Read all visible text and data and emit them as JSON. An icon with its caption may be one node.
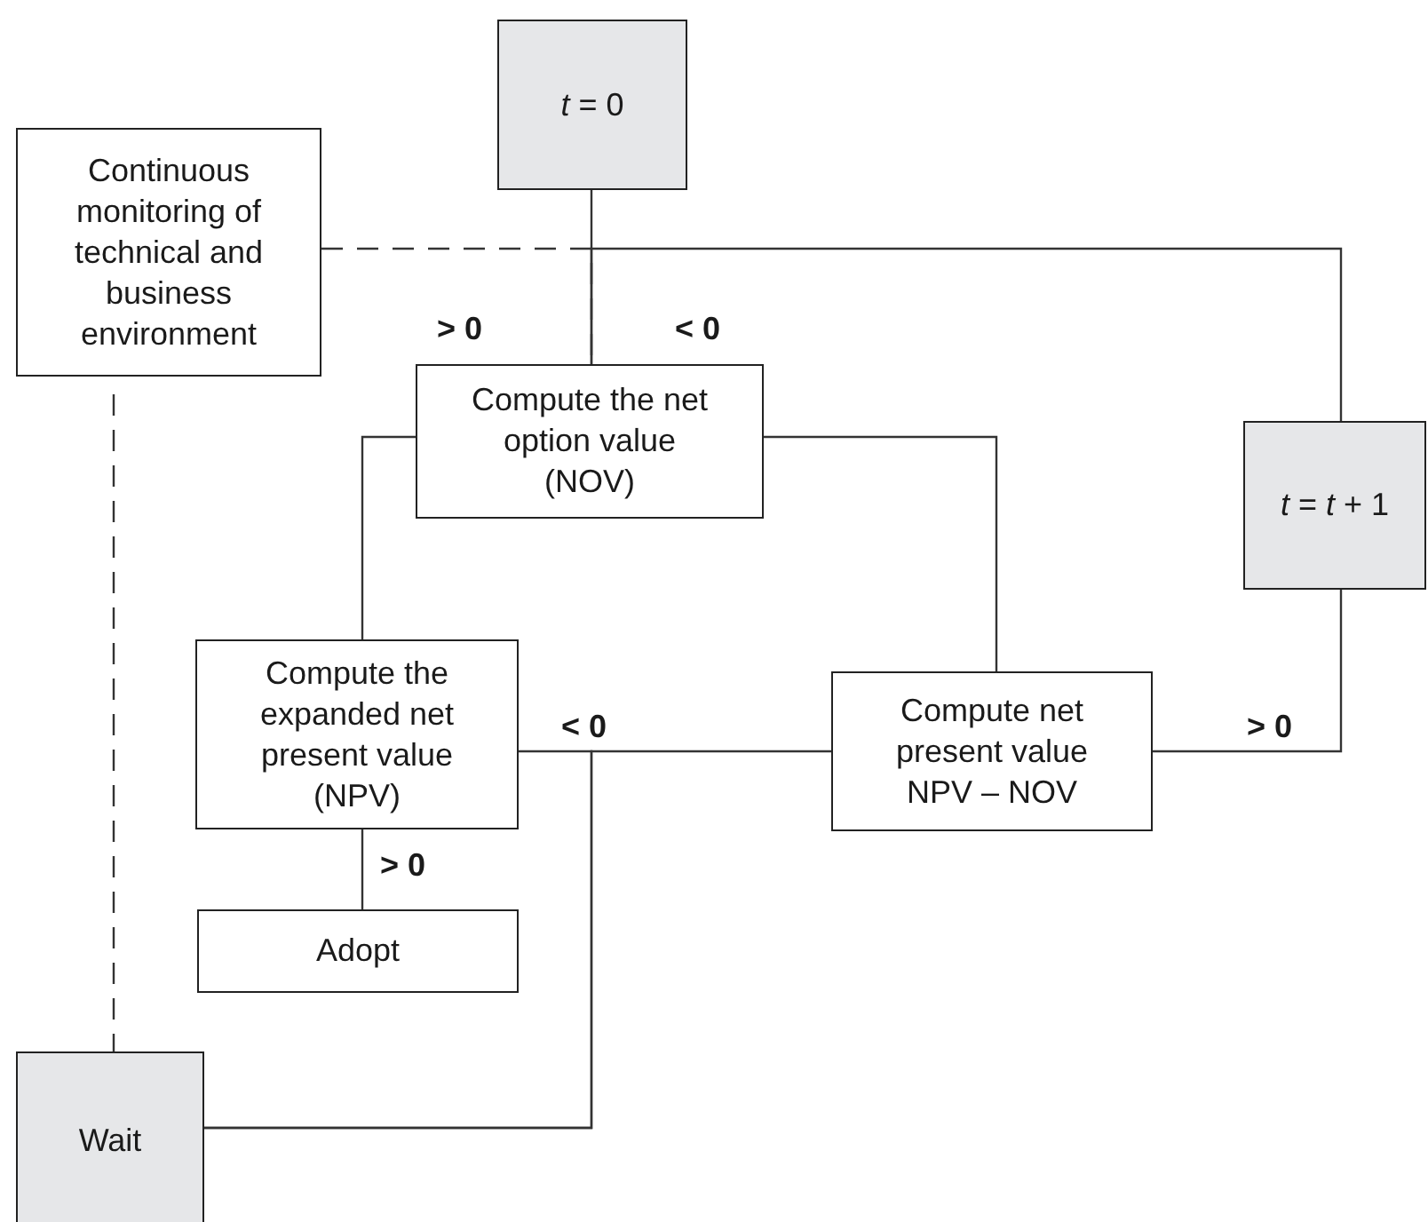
{
  "diagram": {
    "nodes": [
      {
        "text": [
          "*t* = 0"
        ]
      },
      {
        "text": [
          "Continuous monitoring of technical and business environment"
        ]
      },
      {
        "text": [
          "Compute the net option value (NOV)"
        ]
      },
      {
        "text": [
          "*t* = *t* + 1"
        ]
      },
      {
        "text": [
          "Compute the expanded net present value (NPV)"
        ]
      },
      {
        "text": [
          "Compute net present value NPV – NOV"
        ]
      },
      {
        "text": [
          "Adopt"
        ]
      },
      {
        "text": [
          "Wait"
        ]
      }
    ],
    "edges": [
      {
        "from": 0,
        "to": 2,
        "arrow": "none"
      },
      {
        "from": 1,
        "to": 2,
        "arrow": "none",
        "style": "dashed"
      },
      {
        "from": 3,
        "to": 2,
        "arrow": "none"
      },
      {
        "from": 1,
        "to": 7,
        "arrow": "none",
        "style": "dashed"
      },
      {
        "from": 2,
        "to": 4,
        "arrow": "none",
        "label": "> 0"
      },
      {
        "from": 2,
        "to": 5,
        "arrow": "none",
        "label": "< 0"
      },
      {
        "from": 5,
        "to": 3,
        "arrow": "none",
        "label": "> 0"
      },
      {
        "from": 4,
        "to": 7,
        "arrow": "none",
        "label": "< 0"
      },
      {
        "from": 5,
        "to": 7,
        "arrow": "none"
      },
      {
        "from": 4,
        "to": 6,
        "arrow": "none",
        "label": "> 0"
      }
    ]
  }
}
